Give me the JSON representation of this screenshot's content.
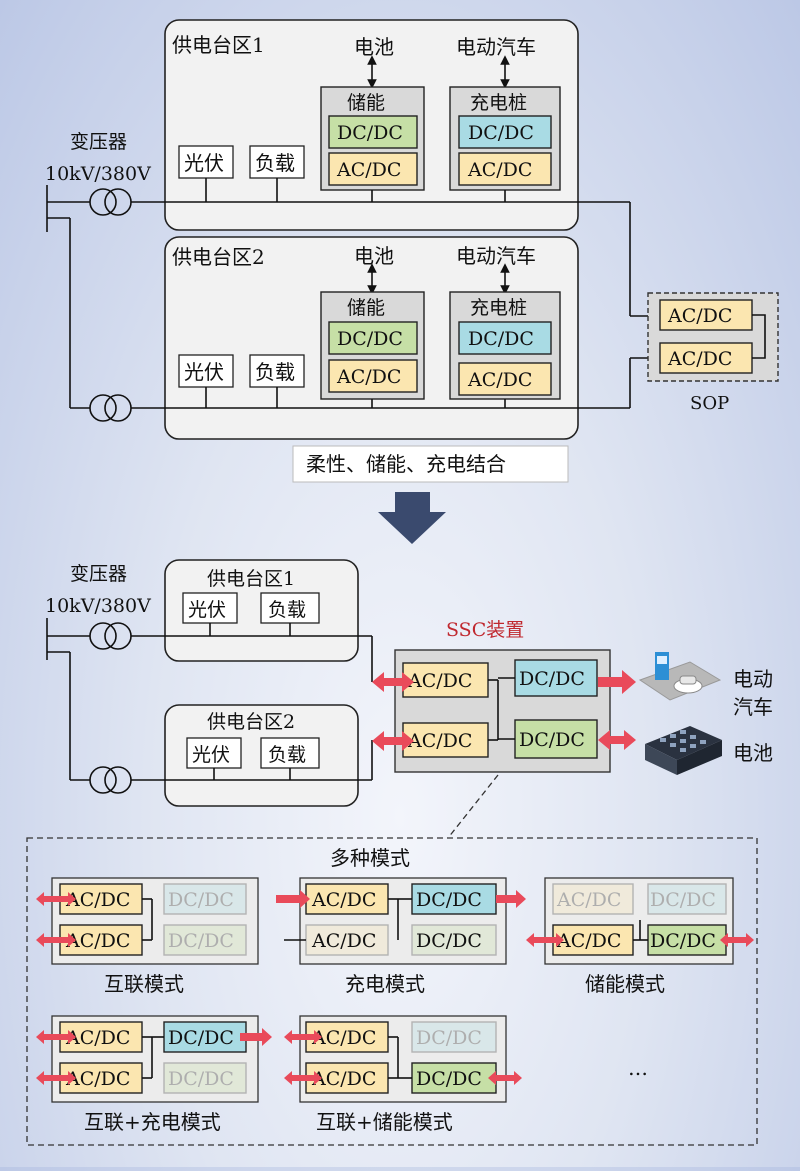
{
  "top": {
    "zone1_title": "供电台区1",
    "zone2_title": "供电台区2",
    "transformer_label": "变压器",
    "transformer_rating": "10kV/380V",
    "battery": "电池",
    "ev": "电动汽车",
    "storage": "储能",
    "charger": "充电桩",
    "pv": "光伏",
    "load": "负载",
    "dcdc": "DC/DC",
    "acdc": "AC/DC",
    "sop_label": "SOP",
    "caption": "柔性、储能、充电结合"
  },
  "middle": {
    "zone1_title": "供电台区1",
    "zone2_title": "供电台区2",
    "transformer_label": "变压器",
    "transformer_rating": "10kV/380V",
    "pv": "光伏",
    "load": "负载",
    "ssc_title": "SSC装置",
    "acdc": "AC/DC",
    "dcdc": "DC/DC",
    "ev_line1": "电动",
    "ev_line2": "汽车",
    "battery": "电池"
  },
  "modes": {
    "title": "多种模式",
    "interconnect": "互联模式",
    "charging": "充电模式",
    "storage": "储能模式",
    "interconnect_charging": "互联+充电模式",
    "interconnect_storage": "互联+储能模式",
    "ellipsis": "…",
    "acdc": "AC/DC",
    "dcdc": "DC/DC"
  },
  "colors": {
    "ac_fill": "#fbe6b0",
    "dc_green": "#c6dfa6",
    "dc_blue": "#a9dbe4",
    "arrow_red": "#e94a5a",
    "ssc_title": "#c0282f",
    "down_arrow": "#3a4a6e"
  }
}
